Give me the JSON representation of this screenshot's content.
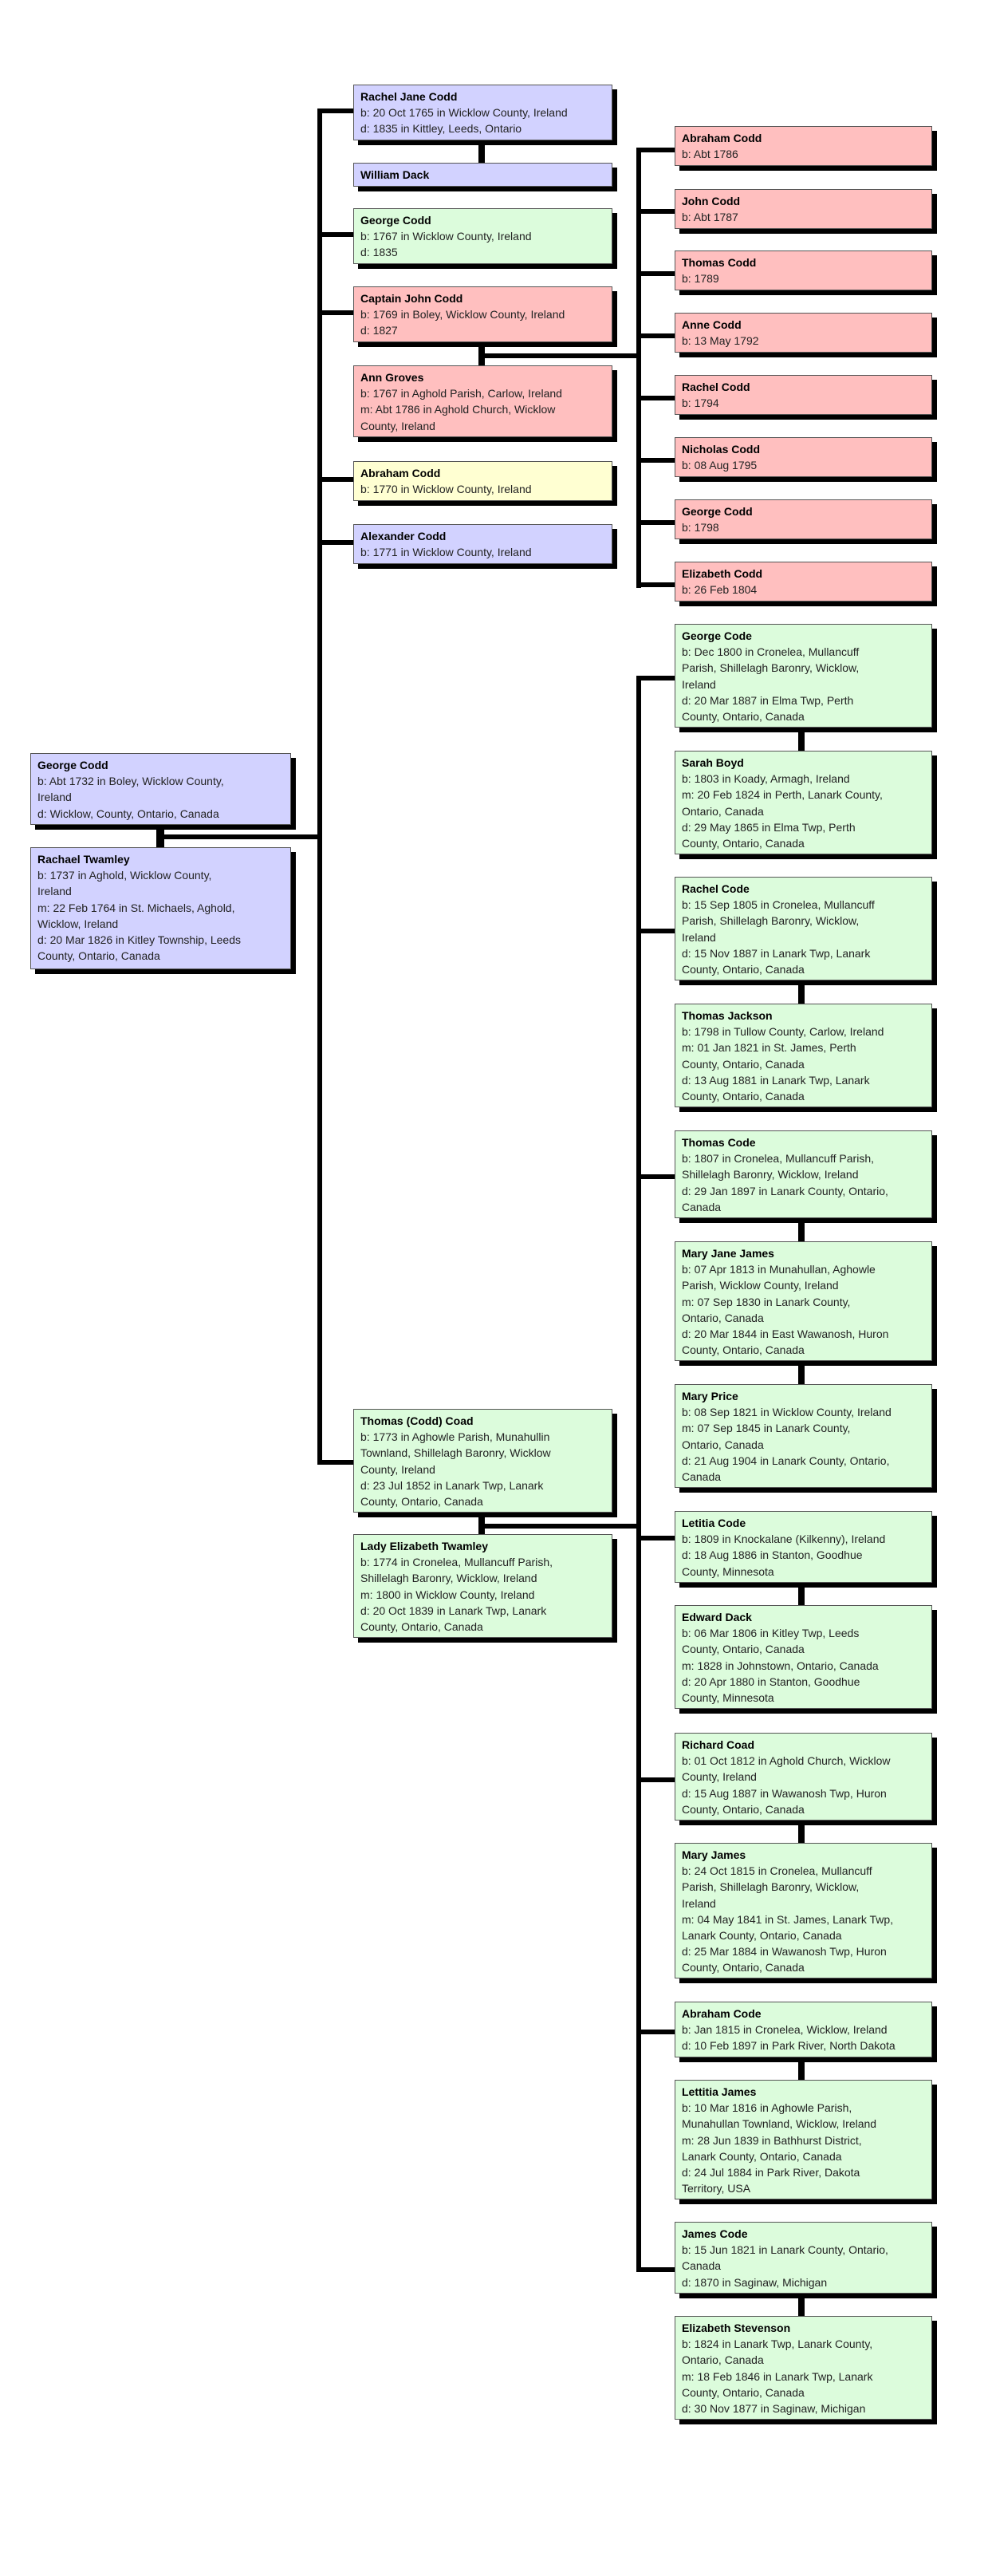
{
  "colors": {
    "blue": "#d2d2ff",
    "pink": "#ffbfbf",
    "green": "#dcfcdc",
    "yellow": "#ffffd2",
    "line": "#000000"
  },
  "people": [
    {
      "id": "george-codd-sr",
      "color": "blue",
      "name": "George Codd",
      "details": [
        "b: Abt 1732 in Boley, Wicklow County,",
        "Ireland",
        "d: Wicklow, County, Ontario, Canada"
      ]
    },
    {
      "id": "rachael-twamley",
      "color": "blue",
      "name": "Rachael Twamley",
      "details": [
        "b: 1737 in Aghold, Wicklow County,",
        "Ireland",
        "m: 22 Feb 1764 in St. Michaels, Aghold,",
        "Wicklow, Ireland",
        "d: 20 Mar 1826 in Kitley Township, Leeds",
        "County, Ontario, Canada"
      ]
    },
    {
      "id": "rachel-jane-codd",
      "color": "blue",
      "name": "Rachel Jane Codd",
      "details": [
        "b: 20 Oct 1765 in Wicklow County, Ireland",
        "d: 1835 in Kittley, Leeds, Ontario"
      ]
    },
    {
      "id": "william-dack",
      "color": "blue",
      "name": "William Dack",
      "details": []
    },
    {
      "id": "george-codd-1767",
      "color": "green",
      "name": "George Codd",
      "details": [
        "b: 1767 in Wicklow County, Ireland",
        "d: 1835"
      ]
    },
    {
      "id": "captain-john-codd",
      "color": "pink",
      "name": "Captain John Codd",
      "details": [
        "b: 1769 in Boley, Wicklow County, Ireland",
        "d: 1827"
      ]
    },
    {
      "id": "ann-groves",
      "color": "pink",
      "name": "Ann Groves",
      "details": [
        "b: 1767 in Aghold Parish, Carlow, Ireland",
        "m: Abt 1786 in Aghold Church, Wicklow",
        "County, Ireland"
      ]
    },
    {
      "id": "abraham-codd-1770",
      "color": "yellow",
      "name": "Abraham Codd",
      "details": [
        "b: 1770 in Wicklow County, Ireland"
      ]
    },
    {
      "id": "alexander-codd",
      "color": "blue",
      "name": "Alexander Codd",
      "details": [
        "b: 1771 in Wicklow County, Ireland"
      ]
    },
    {
      "id": "thomas-codd-coad",
      "color": "green",
      "name": "Thomas (Codd) Coad",
      "details": [
        "b: 1773 in Aghowle Parish, Munahullin",
        "Townland, Shillelagh Baronry, Wicklow",
        "County, Ireland",
        "d: 23 Jul 1852 in Lanark Twp, Lanark",
        "County, Ontario, Canada"
      ]
    },
    {
      "id": "lady-elizabeth-twamley",
      "color": "green",
      "name": "Lady Elizabeth Twamley",
      "details": [
        "b: 1774 in Cronelea, Mullancuff Parish,",
        "Shillelagh Baronry, Wicklow, Ireland",
        "m: 1800 in Wicklow County, Ireland",
        "d: 20 Oct 1839 in Lanark Twp, Lanark",
        "County, Ontario, Canada"
      ]
    },
    {
      "id": "abraham-codd-1786",
      "color": "pink",
      "name": "Abraham Codd",
      "details": [
        "b: Abt 1786"
      ]
    },
    {
      "id": "john-codd",
      "color": "pink",
      "name": "John Codd",
      "details": [
        "b: Abt 1787"
      ]
    },
    {
      "id": "thomas-codd-1789",
      "color": "pink",
      "name": "Thomas Codd",
      "details": [
        "b: 1789"
      ]
    },
    {
      "id": "anne-codd",
      "color": "pink",
      "name": "Anne Codd",
      "details": [
        "b: 13 May 1792"
      ]
    },
    {
      "id": "rachel-codd",
      "color": "pink",
      "name": "Rachel Codd",
      "details": [
        "b: 1794"
      ]
    },
    {
      "id": "nicholas-codd",
      "color": "pink",
      "name": "Nicholas Codd",
      "details": [
        "b: 08 Aug 1795"
      ]
    },
    {
      "id": "george-codd-1798",
      "color": "pink",
      "name": "George Codd",
      "details": [
        "b: 1798"
      ]
    },
    {
      "id": "elizabeth-codd",
      "color": "pink",
      "name": "Elizabeth Codd",
      "details": [
        "b: 26 Feb 1804"
      ]
    },
    {
      "id": "george-code",
      "color": "green",
      "name": "George Code",
      "details": [
        "b: Dec 1800 in Cronelea, Mullancuff",
        "Parish, Shillelagh Baronry, Wicklow,",
        "Ireland",
        "d: 20 Mar 1887 in Elma Twp, Perth",
        "County, Ontario, Canada"
      ]
    },
    {
      "id": "sarah-boyd",
      "color": "green",
      "name": "Sarah Boyd",
      "details": [
        "b: 1803 in Koady, Armagh, Ireland",
        "m: 20 Feb 1824 in Perth, Lanark County,",
        "Ontario, Canada",
        "d: 29 May 1865 in Elma Twp, Perth",
        "County, Ontario, Canada"
      ]
    },
    {
      "id": "rachel-code",
      "color": "green",
      "name": "Rachel Code",
      "details": [
        "b: 15 Sep 1805 in Cronelea, Mullancuff",
        "Parish, Shillelagh Baronry, Wicklow,",
        "Ireland",
        "d: 15 Nov 1887 in Lanark Twp, Lanark",
        "County, Ontario, Canada"
      ]
    },
    {
      "id": "thomas-jackson",
      "color": "green",
      "name": "Thomas Jackson",
      "details": [
        "b: 1798 in Tullow County, Carlow, Ireland",
        "m: 01 Jan 1821 in St. James, Perth",
        "County, Ontario, Canada",
        "d: 13 Aug 1881 in Lanark Twp, Lanark",
        "County, Ontario, Canada"
      ]
    },
    {
      "id": "thomas-code",
      "color": "green",
      "name": "Thomas Code",
      "details": [
        "b: 1807 in Cronelea, Mullancuff Parish,",
        "Shillelagh Baronry, Wicklow, Ireland",
        "d: 29 Jan 1897 in Lanark County, Ontario,",
        "Canada"
      ]
    },
    {
      "id": "mary-jane-james",
      "color": "green",
      "name": "Mary Jane James",
      "details": [
        "b: 07 Apr 1813 in Munahullan, Aghowle",
        "Parish, Wicklow County, Ireland",
        "m: 07 Sep 1830 in Lanark County,",
        "Ontario, Canada",
        "d: 20 Mar 1844 in East Wawanosh, Huron",
        "County, Ontario, Canada"
      ]
    },
    {
      "id": "mary-price",
      "color": "green",
      "name": "Mary Price",
      "details": [
        "b: 08 Sep 1821 in Wicklow County, Ireland",
        "m: 07 Sep 1845 in Lanark County,",
        "Ontario, Canada",
        "d: 21 Aug 1904 in Lanark County, Ontario,",
        "Canada"
      ]
    },
    {
      "id": "letitia-code",
      "color": "green",
      "name": "Letitia Code",
      "details": [
        "b: 1809 in Knockalane (Kilkenny), Ireland",
        "d: 18 Aug 1886 in Stanton, Goodhue",
        "County, Minnesota"
      ]
    },
    {
      "id": "edward-dack",
      "color": "green",
      "name": "Edward Dack",
      "details": [
        "b: 06 Mar 1806 in Kitley Twp, Leeds",
        "County, Ontario, Canada",
        "m: 1828 in Johnstown, Ontario, Canada",
        "d: 20 Apr 1880 in Stanton, Goodhue",
        "County, Minnesota"
      ]
    },
    {
      "id": "richard-coad",
      "color": "green",
      "name": "Richard Coad",
      "details": [
        "b: 01 Oct 1812 in Aghold Church, Wicklow",
        "County, Ireland",
        "d: 15 Aug 1887 in Wawanosh Twp, Huron",
        "County, Ontario, Canada"
      ]
    },
    {
      "id": "mary-james",
      "color": "green",
      "name": "Mary James",
      "details": [
        "b: 24 Oct 1815 in Cronelea, Mullancuff",
        "Parish, Shillelagh Baronry, Wicklow,",
        "Ireland",
        "m: 04 May 1841 in St. James, Lanark Twp,",
        "Lanark County, Ontario, Canada",
        "d: 25 Mar 1884 in Wawanosh Twp, Huron",
        "County, Ontario, Canada"
      ]
    },
    {
      "id": "abraham-code",
      "color": "green",
      "name": "Abraham Code",
      "details": [
        "b: Jan 1815 in Cronelea, Wicklow, Ireland",
        "d: 10 Feb 1897 in Park River, North Dakota"
      ]
    },
    {
      "id": "lettitia-james",
      "color": "green",
      "name": "Lettitia James",
      "details": [
        "b: 10 Mar 1816 in Aghowle Parish,",
        "Munahullan Townland, Wicklow, Ireland",
        "m: 28 Jun 1839 in Bathhurst District,",
        "Lanark County, Ontario, Canada",
        "d: 24 Jul 1884 in Park River, Dakota",
        "Territory, USA"
      ]
    },
    {
      "id": "james-code",
      "color": "green",
      "name": "James Code",
      "details": [
        "b: 15 Jun 1821 in Lanark County, Ontario,",
        "Canada",
        "d: 1870 in Saginaw, Michigan"
      ]
    },
    {
      "id": "elizabeth-stevenson",
      "color": "green",
      "name": "Elizabeth Stevenson",
      "details": [
        "b: 1824 in Lanark Twp, Lanark County,",
        "Ontario, Canada",
        "m: 18 Feb 1846 in Lanark Twp, Lanark",
        "County, Ontario, Canada",
        "d: 30 Nov 1877 in Saginaw, Michigan"
      ]
    }
  ]
}
